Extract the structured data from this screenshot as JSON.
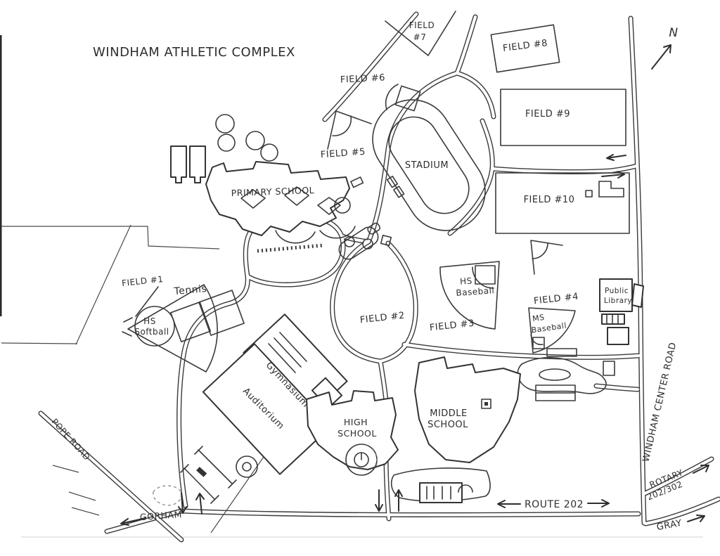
{
  "title": "WINDHAM ATHLETIC COMPLEX",
  "compass": {
    "north_label": "N"
  },
  "ink_color": "#333333",
  "paper_color": "#ffffff",
  "fields": {
    "field1": "FIELD #1",
    "field2": "FIELD #2",
    "field3": "FIELD #3",
    "field4": "FIELD #4",
    "field5": "FIELD #5",
    "field6": "FIELD #6",
    "field7_line1": "FIELD",
    "field7_line2": "#7",
    "field8": "FIELD #8",
    "field9": "FIELD #9",
    "field10": "FIELD #10",
    "stadium": "STADIUM",
    "tennis": "Tennis",
    "hs_softball_line1": "HS",
    "hs_softball_line2": "Softball",
    "hs_baseball_line1": "HS",
    "hs_baseball_line2": "Baseball",
    "ms_baseball_line1": "MS",
    "ms_baseball_line2": "Baseball"
  },
  "buildings": {
    "primary_school": "PRIMARY SCHOOL",
    "gymnasium": "Gymnasium",
    "auditorium": "Auditorium",
    "high_school_line1": "HIGH",
    "high_school_line2": "SCHOOL",
    "middle_school_line1": "MIDDLE",
    "middle_school_line2": "SCHOOL",
    "library_line1": "Public",
    "library_line2": "Library"
  },
  "roads": {
    "windham_center_road": "WINDHAM CENTER ROAD",
    "pope_road": "POPE ROAD",
    "gorham": "GORHAM",
    "route_202": "ROUTE 202",
    "rotary_line1": "ROTARY",
    "rotary_line2": "202/302",
    "gray": "GRAY"
  }
}
